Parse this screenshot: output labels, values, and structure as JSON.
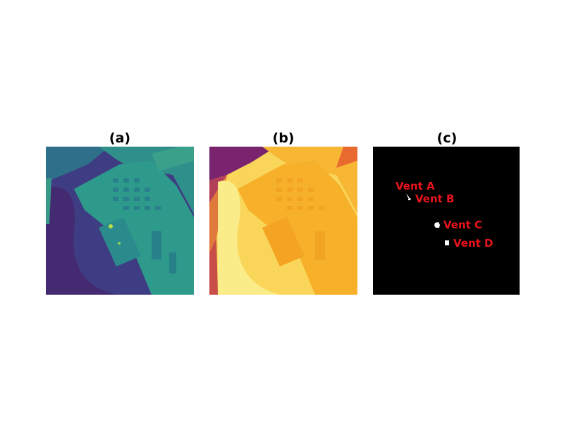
{
  "panels": [
    {
      "label": "(a)",
      "colormap": "viridis",
      "description_icon": "thermal-image-viridis"
    },
    {
      "label": "(b)",
      "colormap": "inferno",
      "description_icon": "thermal-image-plasma"
    },
    {
      "label": "(c)",
      "colormap": "binary-mask",
      "description_icon": "vent-mask"
    }
  ],
  "vents": [
    {
      "name": "Vent A"
    },
    {
      "name": "Vent B"
    },
    {
      "name": "Vent C"
    },
    {
      "name": "Vent D"
    }
  ],
  "colors": {
    "label_red": "#e8141b",
    "mask_bg": "#000000",
    "mask_fg": "#ffffff"
  }
}
